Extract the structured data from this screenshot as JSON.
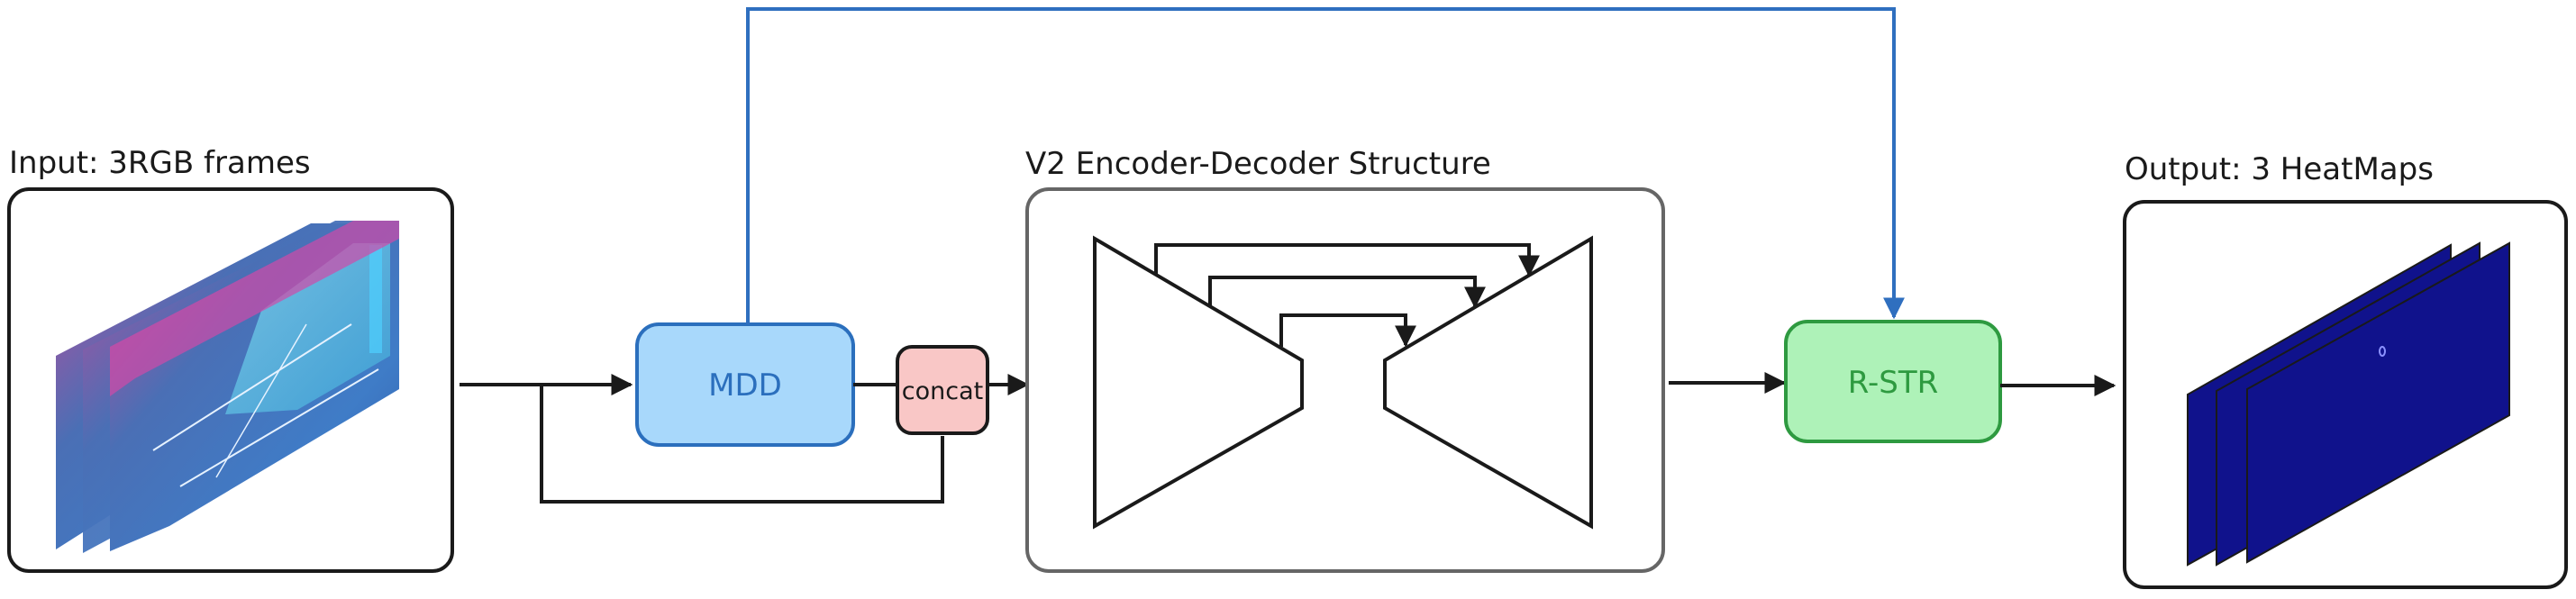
{
  "input": {
    "title": "Input: 3RGB frames"
  },
  "mdd": {
    "label": "MDD"
  },
  "concat": {
    "label": "concat"
  },
  "encoder": {
    "title": "V2 Encoder-Decoder Structure"
  },
  "rstr": {
    "label": "R-STR"
  },
  "output": {
    "title": "Output: 3 HeatMaps"
  },
  "colors": {
    "box_border": "#1a1a1a",
    "encoder_border": "#666666",
    "mdd_fill": "#a8d8fb",
    "mdd_border": "#2b6fbd",
    "mdd_text": "#2b6fbd",
    "concat_fill": "#f9c7c6",
    "concat_border": "#1a1a1a",
    "rstr_fill": "#aef2b8",
    "rstr_border": "#2e9a40",
    "rstr_text": "#2e9a40",
    "skip_line": "#2f6fbf",
    "heatmap": "#10128c",
    "arrow": "#1a1a1a"
  },
  "icons": [
    "input-frame-stack",
    "encoder-decoder-hourglass",
    "heatmap-stack"
  ]
}
